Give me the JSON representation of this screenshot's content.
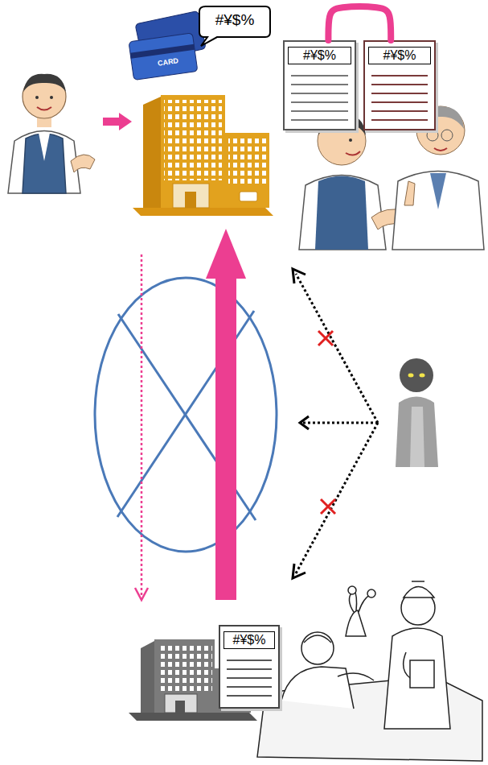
{
  "diagram": {
    "nodes": [
      {
        "text": [
          "#¥$%"
        ]
      },
      {
        "text": [
          "#¥$%"
        ]
      },
      {
        "text": [
          "#¥$%"
        ]
      },
      {
        "text": [
          "#¥$%"
        ]
      }
    ],
    "edges": [
      {
        "from": 1,
        "to": 2,
        "arrow": "none"
      }
    ],
    "labels": [
      "CARD"
    ]
  }
}
